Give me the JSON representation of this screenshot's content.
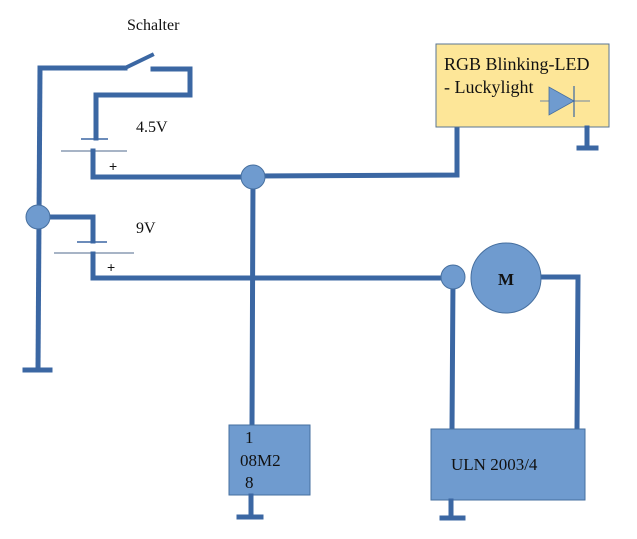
{
  "labels": {
    "switch": "Schalter",
    "battery1_voltage": "4.5V",
    "battery2_voltage": "9V",
    "battery_plus": "+",
    "motor": "M"
  },
  "led_module": {
    "line1": "RGB Blinking-LED",
    "line2": "- Luckylight",
    "fill_color": "#fde698",
    "icon": "diode-icon"
  },
  "microcontroller": {
    "line1": "1",
    "line2": "08M2",
    "line3": "8",
    "fill_color": "#6f9bcf"
  },
  "driver": {
    "label": "ULN 2003/4",
    "fill_color": "#6f9bcf"
  },
  "colors": {
    "wire": "#3b67a3",
    "node": "#6f9bcf",
    "motor": "#6f9bcf"
  }
}
